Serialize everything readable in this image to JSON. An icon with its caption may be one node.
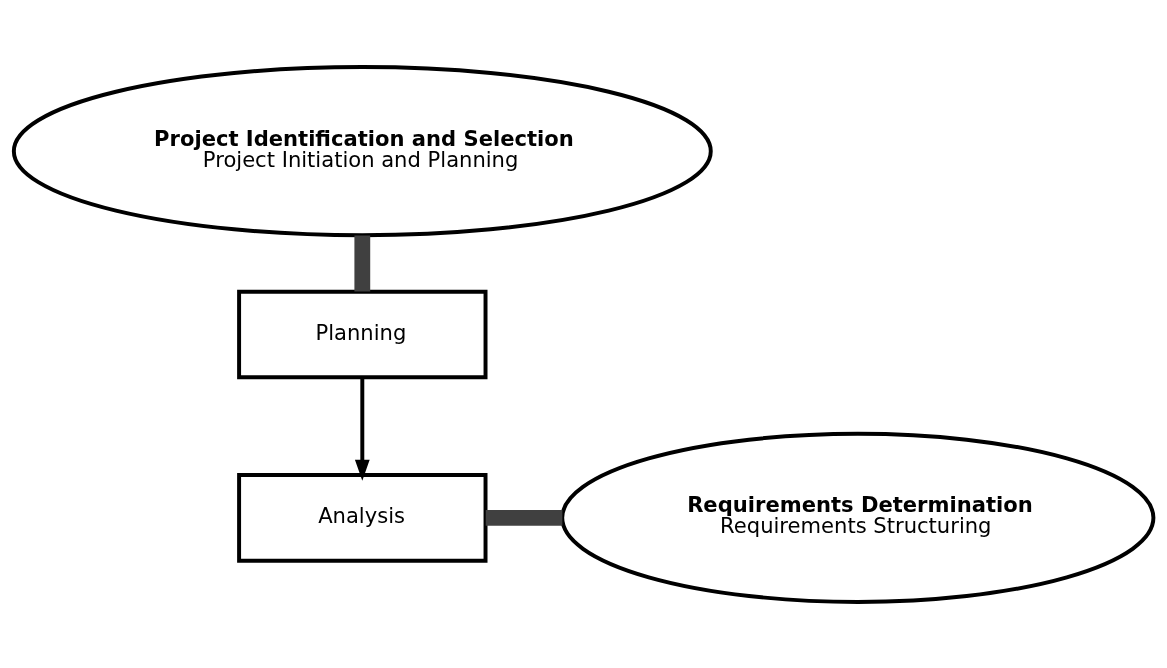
{
  "diagram": {
    "nodes": [
      {
        "text": [
          "Project Identification and Selection",
          "Project Initiation and Planning"
        ]
      },
      {
        "text": [
          "Planning"
        ]
      },
      {
        "text": [
          "Analysis"
        ]
      },
      {
        "text": [
          "Requirements Determination",
          "Requirements Structuring"
        ]
      }
    ],
    "edges": [
      {
        "from": 0,
        "to": 1,
        "arrow": "none"
      },
      {
        "from": 1,
        "to": 2,
        "arrow": "to",
        "color": "#000000"
      },
      {
        "from": 2,
        "to": 3,
        "arrow": "none"
      }
    ]
  }
}
